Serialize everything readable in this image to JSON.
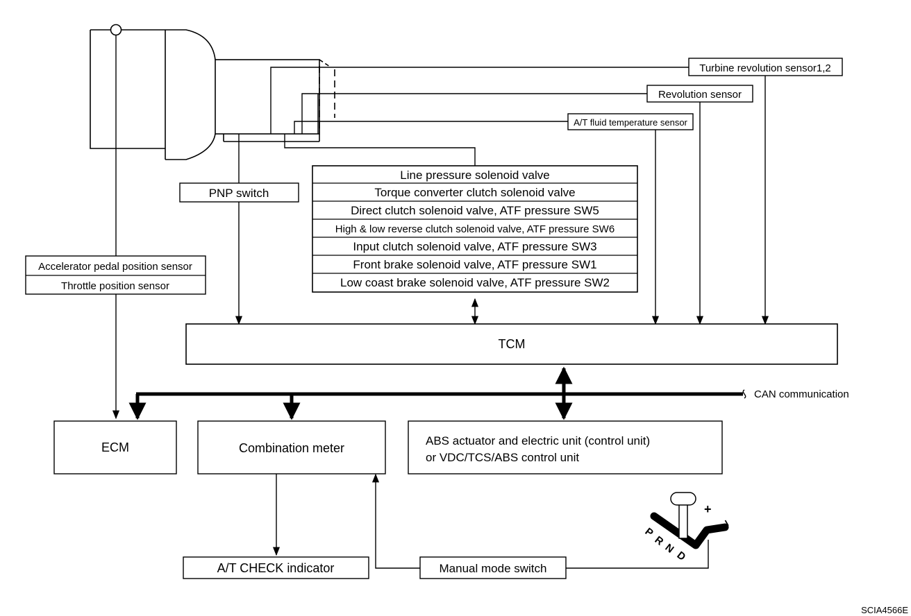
{
  "sensors": {
    "turbine": "Turbine revolution sensor1,2",
    "revolution": "Revolution sensor",
    "fluid_temp": "A/T fluid temperature sensor"
  },
  "pnp_switch": "PNP switch",
  "solenoids": [
    "Line pressure solenoid valve",
    "Torque converter clutch solenoid valve",
    "Direct clutch solenoid valve, ATF pressure SW5",
    "High & low reverse clutch solenoid valve, ATF pressure SW6",
    "Input clutch solenoid valve, ATF pressure SW3",
    "Front brake solenoid valve, ATF pressure SW1",
    "Low coast  brake solenoid valve, ATF pressure SW2"
  ],
  "accel_box": {
    "line1": "Accelerator pedal position sensor",
    "line2": "Throttle position sensor"
  },
  "tcm": "TCM",
  "can": "CAN communication",
  "ecm": "ECM",
  "combination_meter": "Combination meter",
  "abs": {
    "line1": "ABS actuator and electric unit (control unit)",
    "line2": "or VDC/TCS/ABS control unit"
  },
  "at_check": "A/T CHECK indicator",
  "manual_mode": "Manual mode switch",
  "shifter": {
    "positions": [
      "P",
      "R",
      "N",
      "D"
    ],
    "plus": "+",
    "minus": "–"
  },
  "figure_id": "SCIA4566E"
}
